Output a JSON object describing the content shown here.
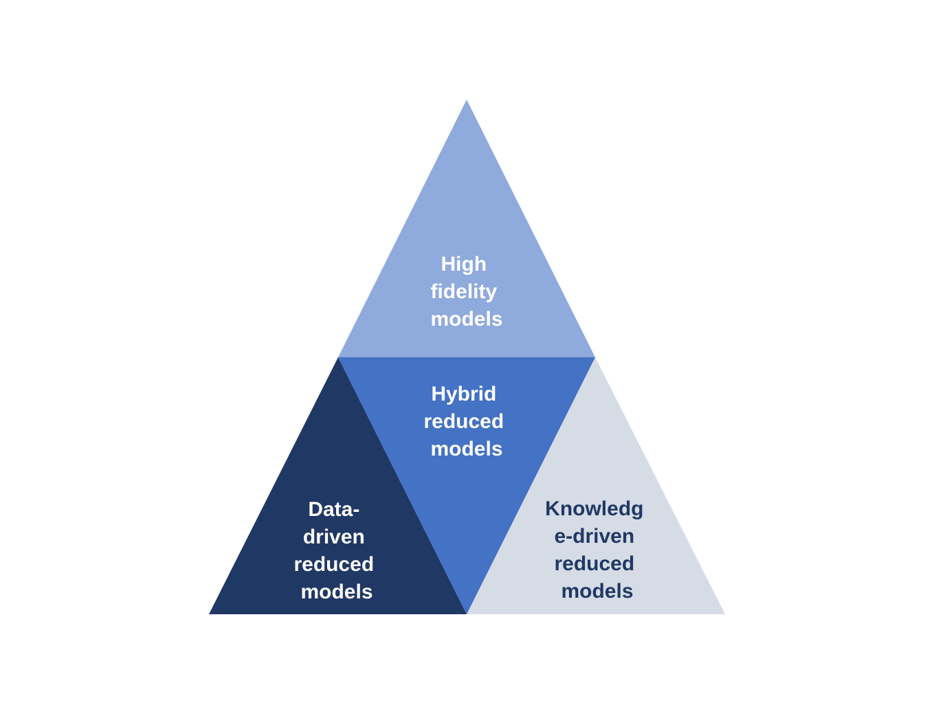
{
  "diagram": {
    "top": {
      "lines": [
        "High",
        "fidelity",
        "models"
      ],
      "fill": "#8faadc",
      "text_color": "#ffffff"
    },
    "center": {
      "lines": [
        "Hybrid",
        "reduced",
        "models"
      ],
      "fill": "#4472c4",
      "text_color": "#ffffff"
    },
    "left": {
      "lines": [
        "Data-",
        "driven",
        "reduced",
        "models"
      ],
      "fill": "#203864",
      "text_color": "#ffffff"
    },
    "right": {
      "lines": [
        "Knowledg",
        "e-driven",
        "reduced",
        "models"
      ],
      "fill": "#d6dce5",
      "text_color": "#203864"
    }
  }
}
